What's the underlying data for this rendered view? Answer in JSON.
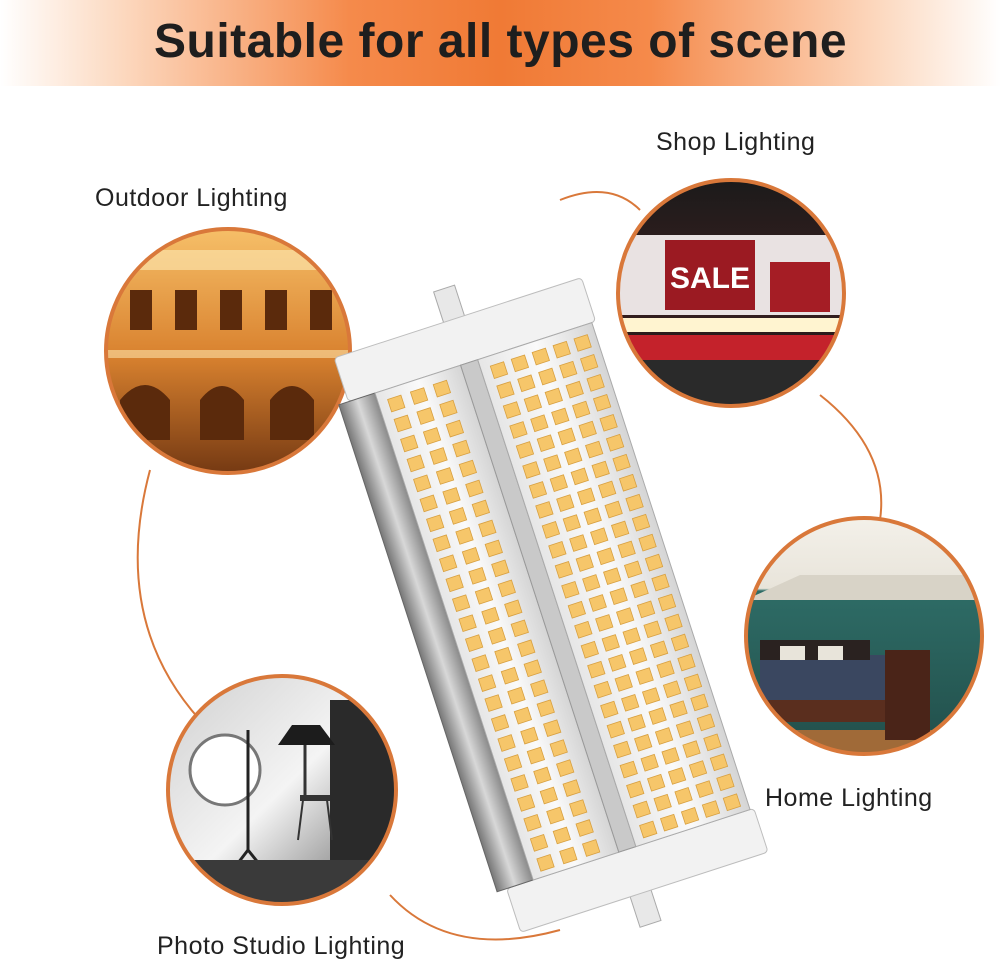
{
  "banner": {
    "title": "Suitable for all types of scene"
  },
  "scenes": {
    "shop": "Shop Lighting",
    "outdoor": "Outdoor Lighting",
    "home": "Home Lighting",
    "studio": "Photo Studio Lighting",
    "sale_sign": "SALE"
  },
  "colors": {
    "accent": "#f07a35",
    "ring": "#d9783a",
    "led": "#f6c66a"
  }
}
